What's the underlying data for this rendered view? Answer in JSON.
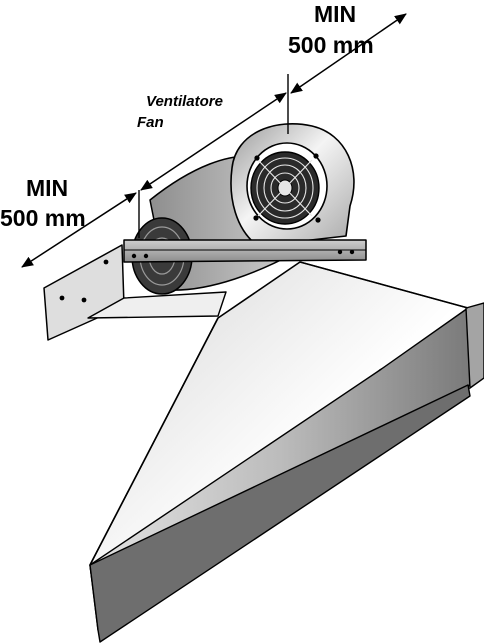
{
  "labels": {
    "min_top": "MIN",
    "dim_top": "500 mm",
    "fan_it": "Ventilatore",
    "fan_en": "Fan",
    "min_left": "MIN",
    "dim_left": "500 mm"
  },
  "colors": {
    "outline": "#000000",
    "steel_light": "#f2f2f2",
    "steel_mid": "#c8c8c8",
    "steel_dark": "#8a8a8a",
    "steel_shadow": "#5a5a5a"
  }
}
